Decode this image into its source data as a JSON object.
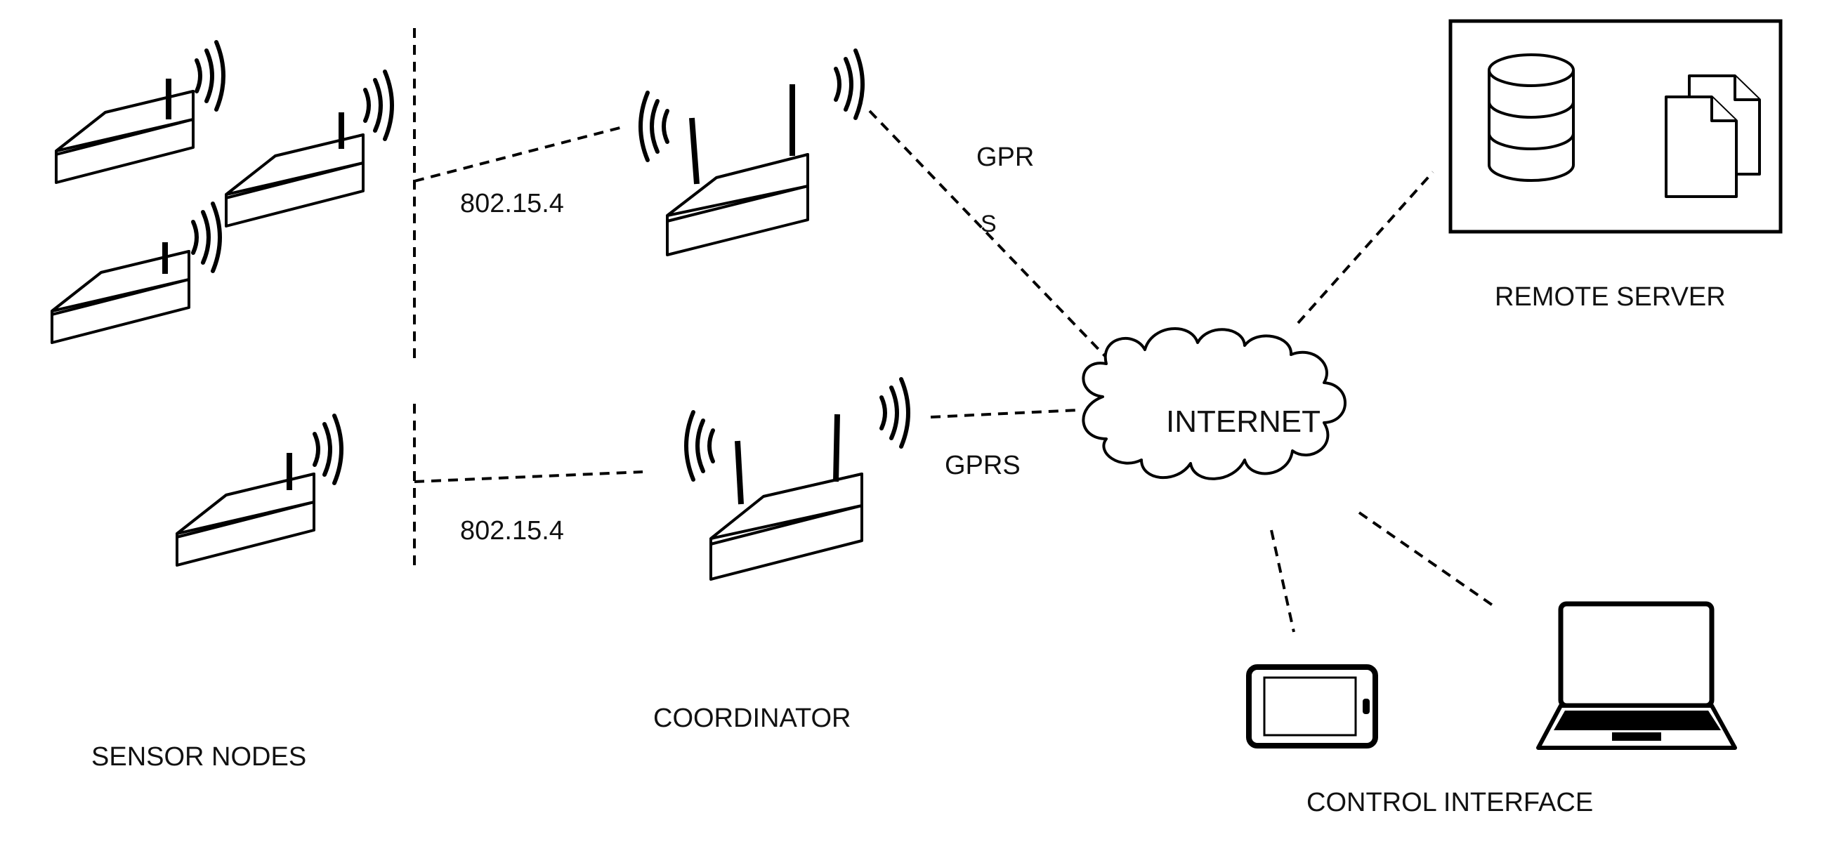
{
  "labels": {
    "sensor_nodes": "SENSOR NODES",
    "coordinator": "COORDINATOR",
    "remote_server": "REMOTE SERVER",
    "control_interface": "CONTROL INTERFACE",
    "internet": "INTERNET"
  },
  "links": {
    "zigbee_top": "802.15.4",
    "zigbee_bottom": "802.15.4",
    "gprs_top": "GPR",
    "gprs_top_fragment": "S",
    "gprs_bottom": "GPRS"
  },
  "icons": [
    "router-icon",
    "antenna-icon",
    "signal-waves-icon",
    "cloud-icon",
    "database-icon",
    "documents-icon",
    "tablet-icon",
    "laptop-icon"
  ],
  "colors": {
    "stroke": "#000000",
    "background": "#ffffff",
    "text": "#111111"
  }
}
